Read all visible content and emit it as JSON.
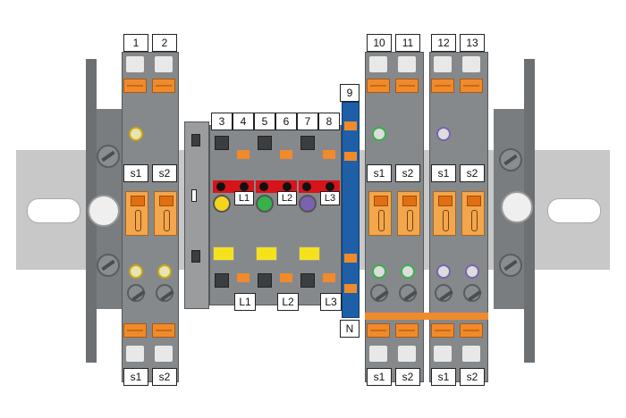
{
  "top_numbers": [
    "1",
    "2",
    "10",
    "11",
    "12",
    "13"
  ],
  "mid_numbers": [
    "3",
    "4",
    "5",
    "6",
    "7",
    "8",
    "9"
  ],
  "upper_s_labels": [
    "s1",
    "s2",
    "s1",
    "s2",
    "s1",
    "s2"
  ],
  "bottom_s_labels": [
    "s1",
    "s2",
    "s1",
    "s2",
    "s1",
    "s2"
  ],
  "phase_labels_upper": [
    "L1",
    "L2",
    "L3"
  ],
  "phase_labels_lower": [
    "L1",
    "L2",
    "L3"
  ],
  "neutral_label": "N",
  "colors": {
    "housing": "#86898b",
    "lever": "#f08a2a",
    "fuse": "#f3a64c",
    "neutral_bar": "#1e5fa8",
    "phase_L1": "#f5d51c",
    "phase_L2": "#36b24a",
    "phase_L3": "#7a62b0",
    "warning": "#f5e21c",
    "disconnect": "#d8141b"
  }
}
